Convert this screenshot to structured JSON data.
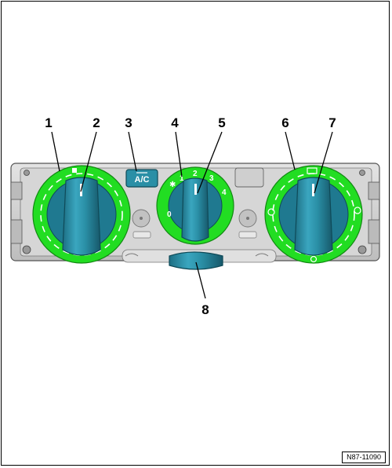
{
  "callouts": [
    "1",
    "2",
    "3",
    "4",
    "5",
    "6",
    "7",
    "8"
  ],
  "ac_button_label": "A/C",
  "fan_scale": [
    "0",
    "1",
    "2",
    "3",
    "4"
  ],
  "reference_code": "N87-11090",
  "colors": {
    "ring_green": "#22dd22",
    "knob_teal": "#2a8fa6",
    "knob_dark": "#1a6f85",
    "panel_gray": "#c8c8c8",
    "outline": "#555555"
  }
}
